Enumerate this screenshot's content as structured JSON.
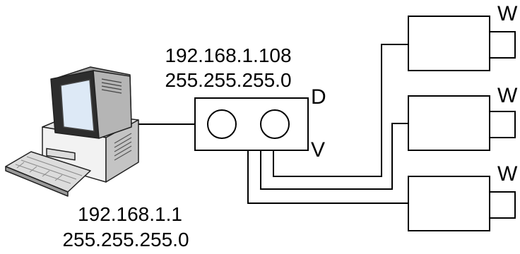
{
  "pc": {
    "ip": "192.168.1.1",
    "mask": "255.255.255.0"
  },
  "device": {
    "ip": "192.168.1.108",
    "mask": "255.255.255.0",
    "port_top": "D",
    "port_bottom": "V"
  },
  "cameras": [
    {
      "label": "W"
    },
    {
      "label": "W"
    },
    {
      "label": "W"
    }
  ],
  "colors": {
    "line": "#000000",
    "monitor_dark": "#2a2a2a",
    "screen": "#dde9f6",
    "case_light": "#eeeeee",
    "case_mid": "#bdbdbd",
    "keyboard": "#d9d9d9"
  }
}
